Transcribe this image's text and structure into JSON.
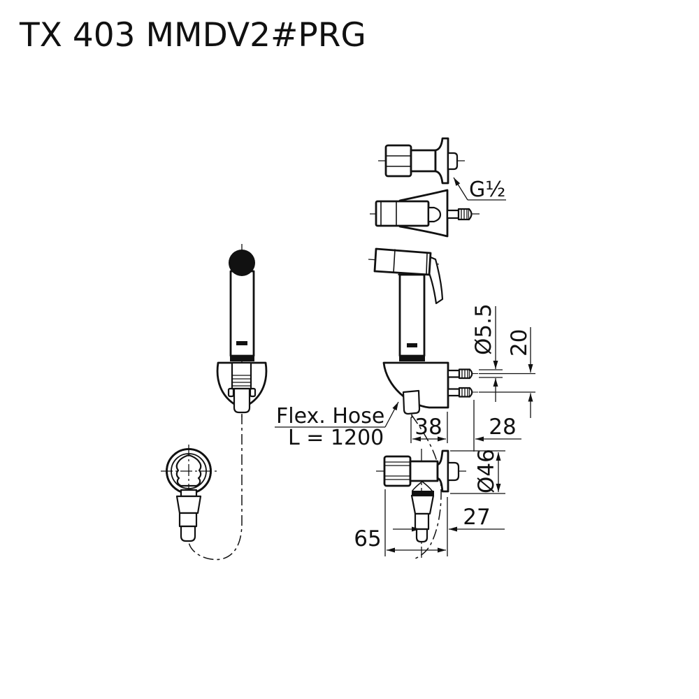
{
  "title": "TX 403 MMDV2#PRG",
  "colors": {
    "line": "#111111",
    "background": "#ffffff"
  },
  "annotations": {
    "thread_size": "G½",
    "hose_label": "Flex. Hose",
    "hose_length": "L = 1200"
  },
  "dimensions": {
    "wall_screw_diameter": "Ø5.5",
    "wall_screw_spacing": "20",
    "holder_offset": "38",
    "screw_protrusion": "28",
    "flange_diameter": "Ø46",
    "outlet_offset": "27",
    "valve_depth": "65"
  }
}
